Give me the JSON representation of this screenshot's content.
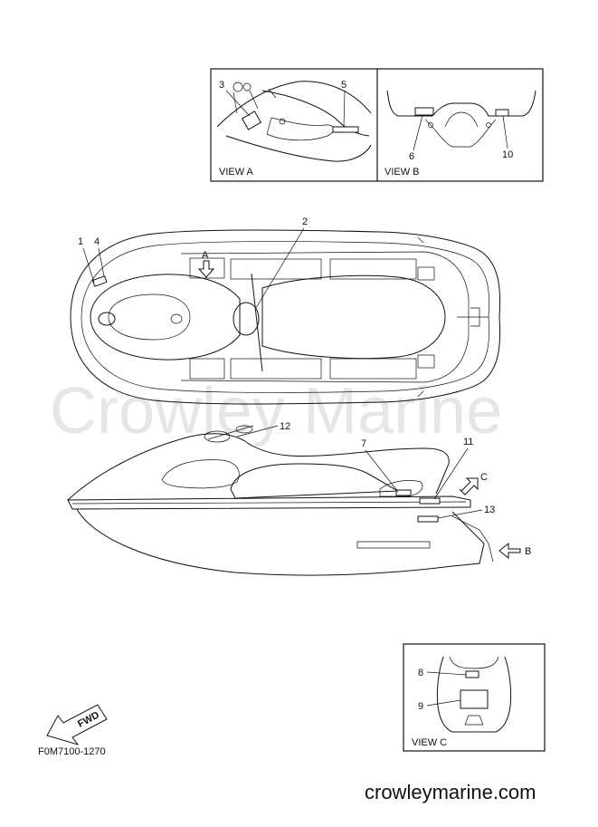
{
  "views": {
    "view_a": "VIEW A",
    "view_b": "VIEW B",
    "view_c": "VIEW C"
  },
  "callouts": {
    "n1": "1",
    "n2": "2",
    "n3": "3",
    "n4": "4",
    "n5": "5",
    "n6": "6",
    "n7": "7",
    "n8": "8",
    "n9": "9",
    "n10": "10",
    "n11": "11",
    "n12": "12",
    "n13": "13"
  },
  "arrows": {
    "a": "A",
    "b": "B",
    "c": "C"
  },
  "fwd_label": "FWD",
  "part_code": "F0M7100-1270",
  "watermark": "Crowley Marine",
  "site": "crowleymarine.com"
}
